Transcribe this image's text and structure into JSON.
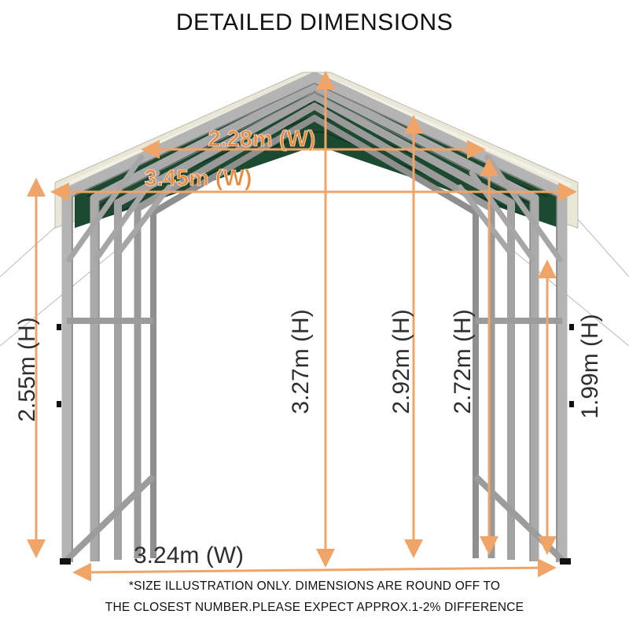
{
  "title": "DETAILED DIMENSIONS",
  "dimensions": {
    "top_width": "2.28m (W)",
    "roof_width": "3.45m (W)",
    "base_width": "3.24m (W)",
    "side_height": "2.55m (H)",
    "peak_height": "3.27m (H)",
    "inner_peak_height": "2.92m (H)",
    "upper_height": "2.72m (H)",
    "clearance_height": "1.99m (H)"
  },
  "note": {
    "line1": "*SIZE ILLUSTRATION ONLY. DIMENSIONS ARE ROUND OFF TO",
    "line2": "THE CLOSEST NUMBER.PLEASE EXPECT APPROX.1-2% DIFFERENCE"
  },
  "colors": {
    "dimension_arrow": "#f1a468",
    "frame": "#a9a9a9",
    "roof_panel": "#1e4a32",
    "roof_trim": "#e8e6d6"
  }
}
